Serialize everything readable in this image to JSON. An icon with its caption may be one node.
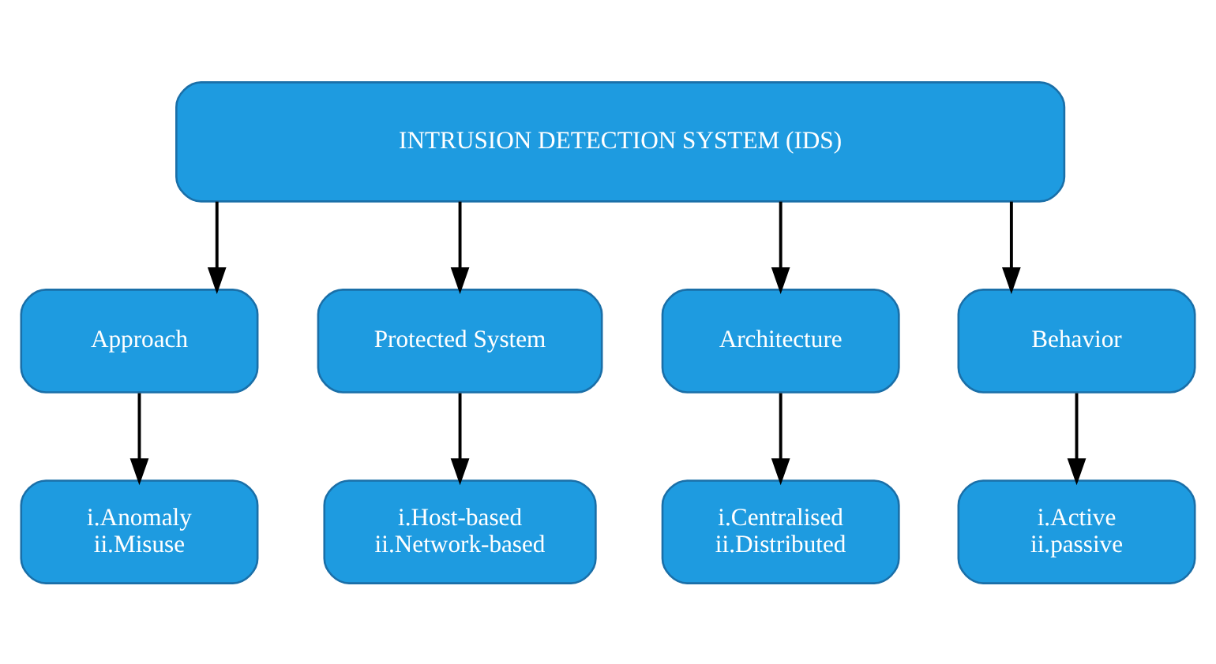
{
  "diagram": {
    "nodes": [
      {
        "text": [
          "INTRUSION DETECTION SYSTEM (IDS)"
        ]
      },
      {
        "text": [
          "Approach"
        ]
      },
      {
        "text": [
          "Protected System"
        ]
      },
      {
        "text": [
          "Architecture"
        ]
      },
      {
        "text": [
          "Behavior"
        ]
      },
      {
        "text": [
          "i.Anomaly",
          "ii.Misuse"
        ]
      },
      {
        "text": [
          "i.Host-based",
          "ii.Network-based"
        ]
      },
      {
        "text": [
          "i.Centralised",
          "ii.Distributed"
        ]
      },
      {
        "text": [
          "i.Active",
          "ii.passive"
        ]
      }
    ],
    "edges": [
      {
        "from": 0,
        "to": 1,
        "arrow": "to"
      },
      {
        "from": 0,
        "to": 2,
        "arrow": "to"
      },
      {
        "from": 0,
        "to": 3,
        "arrow": "to"
      },
      {
        "from": 0,
        "to": 4,
        "arrow": "to"
      },
      {
        "from": 1,
        "to": 5,
        "arrow": "to"
      },
      {
        "from": 2,
        "to": 6,
        "arrow": "to"
      },
      {
        "from": 3,
        "to": 7,
        "arrow": "to"
      },
      {
        "from": 4,
        "to": 8,
        "arrow": "to"
      }
    ]
  }
}
